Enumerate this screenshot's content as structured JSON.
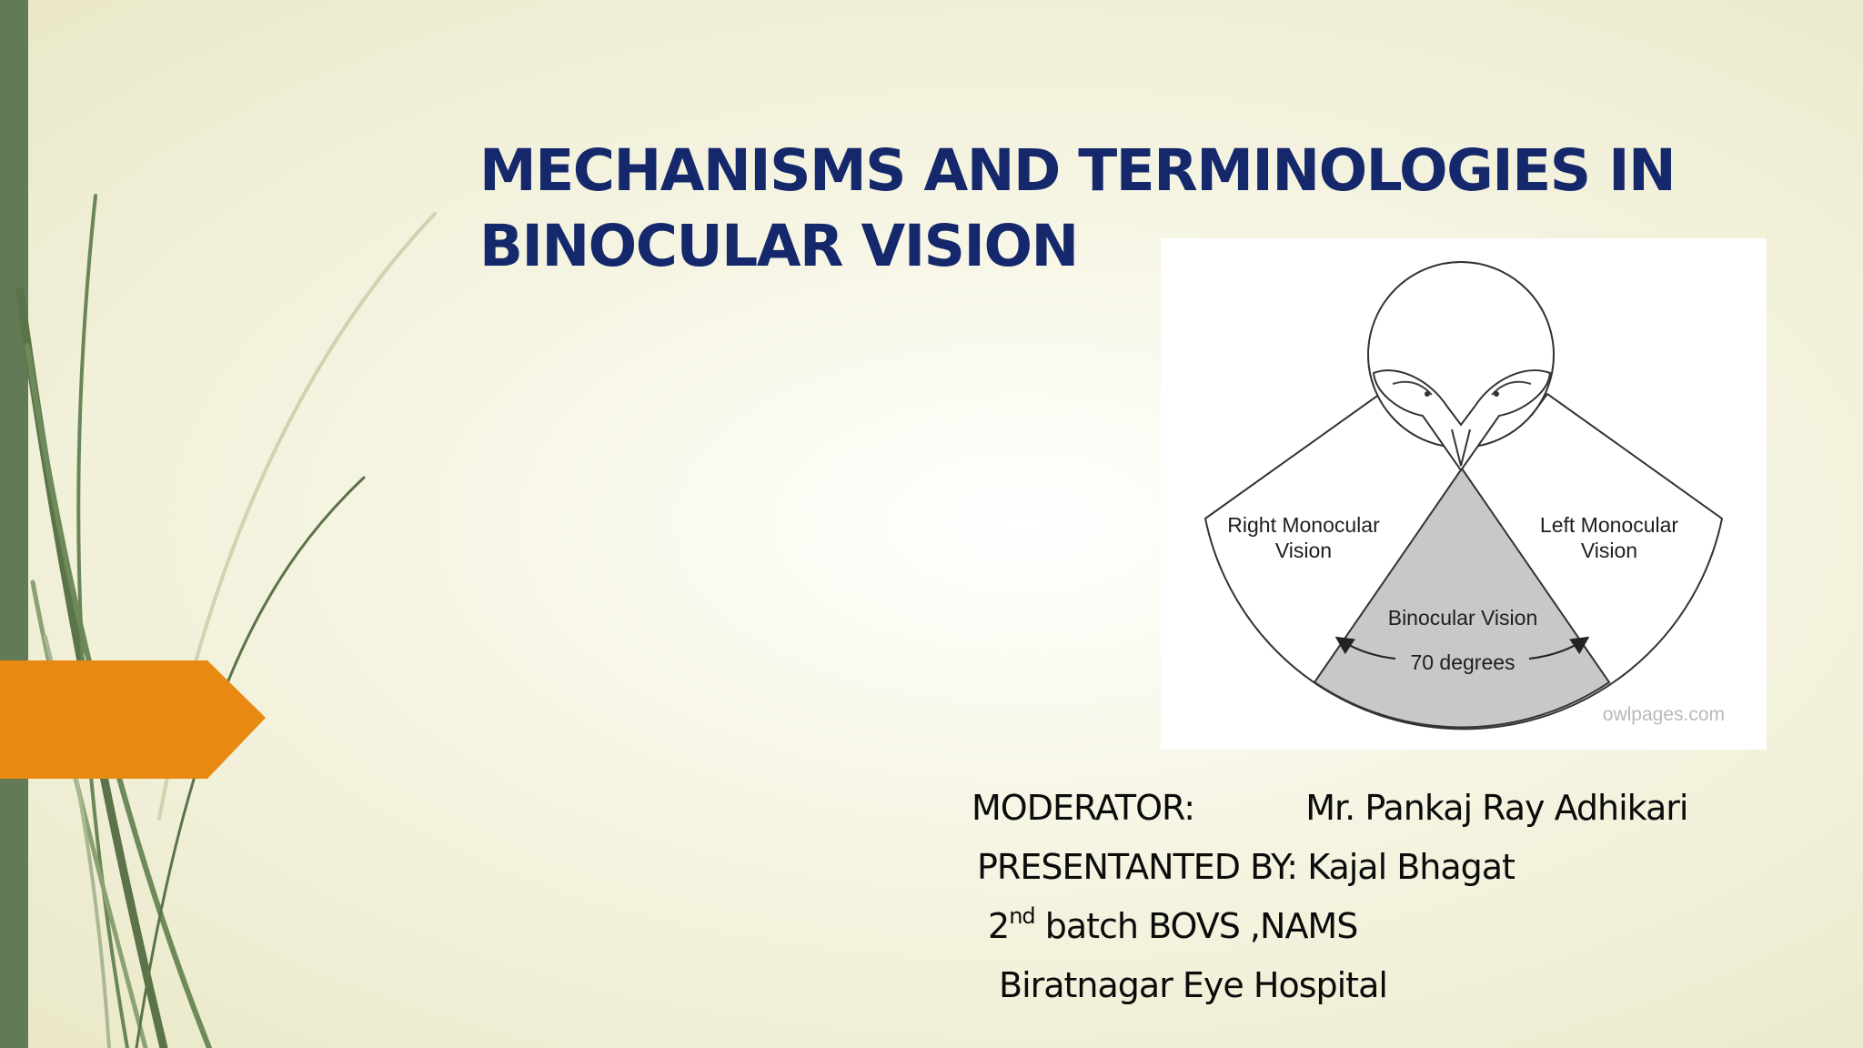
{
  "slide": {
    "title_lines": [
      "MECHANISMS AND TERMINOLOGIES IN",
      "BINOCULAR VISION"
    ],
    "figure": {
      "right_label": [
        "Right Monocular",
        "Vision"
      ],
      "left_label": [
        "Left Monocular",
        "Vision"
      ],
      "binocular_label": "Binocular Vision",
      "angle_label": "70 degrees",
      "credit": "owlpages.com"
    },
    "moderator_label": "MODERATOR:",
    "moderator_name": "Mr. Pankaj Ray Adhikari",
    "presenter_label": "PRESENTANTED BY:",
    "presenter_name": "Kajal Bhagat",
    "batch_number": "2",
    "batch_suffix": "nd",
    "batch_rest": "batch BOVS ,NAMS",
    "institution": "Biratnagar Eye Hospital"
  },
  "colors": {
    "title": "#14286b",
    "side_bar": "#627a55",
    "accent_orange": "#e88a12",
    "binocular_fill": "#c8c8c8"
  }
}
